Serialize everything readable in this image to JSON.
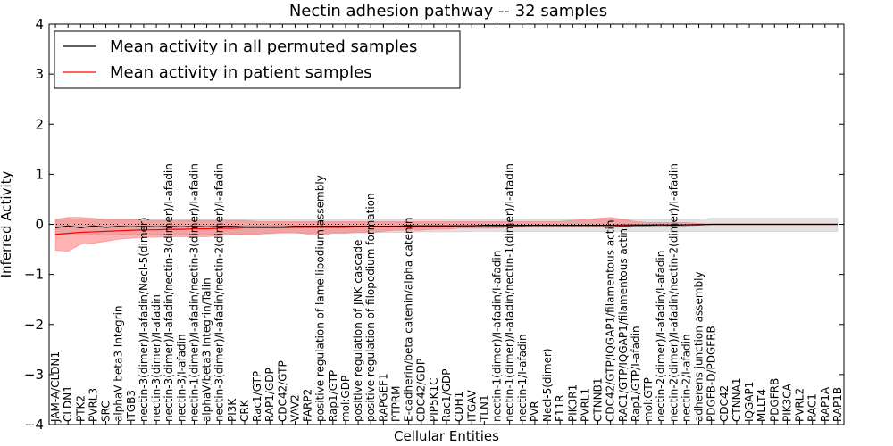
{
  "chart_data": {
    "type": "line",
    "title": "Nectin adhesion pathway -- 32 samples",
    "xlabel": "Cellular Entities",
    "ylabel": "Inferred Activity",
    "ylim": [
      -4,
      4
    ],
    "yticks": [
      -4,
      -3,
      -2,
      -1,
      0,
      1,
      2,
      3,
      4
    ],
    "ytick_labels": [
      "−4",
      "−3",
      "−2",
      "−1",
      "0",
      "1",
      "2",
      "3",
      "4"
    ],
    "legend_position": "top-left",
    "zero_line": "dotted",
    "categories": [
      "JAM-A/CLDN1",
      "CLDN1",
      "PTK2",
      "PVRL3",
      "SRC",
      "alphaV beta3 Integrin",
      "ITGB3",
      "nectin-3(dimer)/I-afadin/Necl-5(dimer)",
      "nectin-3(dimer)/I-afadin",
      "nectin-3(dimer)/I-afadin/nectin-3(dimer)/I-afadin",
      "nectin-3/I-afadin",
      "nectin-1(dimer)/I-afadin/nectin-3(dimer)/I-afadin",
      "alphaV/beta3 Integrin/Talin",
      "nectin-3(dimer)/I-afadin/nectin-2(dimer)/I-afadin",
      "PI3K",
      "CRK",
      "Rac1/GTP",
      "RAP1/GDP",
      "CDC42/GTP",
      "VAV2",
      "FARP2",
      "positive regulation of lamellipodium assembly",
      "Rap1/GTP",
      "mol:GDP",
      "positive regulation of JNK cascade",
      "positive regulation of filopodium formation",
      "RAPGEF1",
      "PTPRM",
      "E-cadherin/beta catenin/alpha catenin",
      "CDC42/GDP",
      "PIP5K1C",
      "Rac1/GDP",
      "CDH1",
      "ITGAV",
      "TLN1",
      "nectin-1(dimer)/I-afadin/I-afadin",
      "nectin-1(dimer)/I-afadin/nectin-1(dimer)/I-afadin",
      "nectin-1/I-afadin",
      "PVR",
      "Necl-5(dimer)",
      "F11R",
      "PIK3R1",
      "PVRL1",
      "CTNNB1",
      "CDC42/GTP/IQGAP1/filamentous actin",
      "RAC1/GTP/IQGAP1/filamentous actin",
      "Rap1/GTP/I-afadin",
      "mol:GTP",
      "nectin-2(dimer)/I-afadin/I-afadin",
      "nectin-2(dimer)/I-afadin/nectin-2(dimer)/I-afadin",
      "nectin-2/I-afadin",
      "adherens junction assembly",
      "PDGFB-D/PDGFRB",
      "CDC42",
      "CTNNA1",
      "IQGAP1",
      "MLLT4",
      "PDGFRB",
      "PIK3CA",
      "PVRL2",
      "RAC1",
      "RAP1A",
      "RAP1B"
    ],
    "series": [
      {
        "name": "Mean activity in all permuted samples",
        "color": "#000000",
        "band_color": "#aaaaaa",
        "values": [
          -0.07,
          -0.03,
          -0.07,
          -0.03,
          -0.06,
          -0.04,
          -0.05,
          -0.04,
          -0.05,
          -0.04,
          -0.05,
          -0.04,
          -0.05,
          -0.04,
          -0.04,
          -0.05,
          -0.05,
          -0.05,
          -0.05,
          -0.04,
          -0.04,
          -0.04,
          -0.04,
          -0.04,
          -0.04,
          -0.04,
          -0.04,
          -0.04,
          -0.03,
          -0.03,
          -0.03,
          -0.03,
          -0.03,
          -0.03,
          -0.02,
          -0.02,
          -0.02,
          -0.02,
          -0.02,
          -0.02,
          -0.02,
          -0.02,
          -0.02,
          -0.02,
          -0.02,
          -0.03,
          -0.02,
          -0.02,
          -0.01,
          -0.02,
          -0.01,
          -0.01,
          0.0,
          0.0,
          0.0,
          0.0,
          0.0,
          0.0,
          0.0,
          0.0,
          0.0,
          0.0,
          0.0
        ],
        "lower": [
          -0.22,
          -0.2,
          -0.22,
          -0.2,
          -0.21,
          -0.2,
          -0.2,
          -0.2,
          -0.2,
          -0.2,
          -0.2,
          -0.2,
          -0.2,
          -0.2,
          -0.19,
          -0.19,
          -0.19,
          -0.19,
          -0.18,
          -0.18,
          -0.18,
          -0.18,
          -0.17,
          -0.17,
          -0.17,
          -0.17,
          -0.16,
          -0.16,
          -0.16,
          -0.15,
          -0.15,
          -0.15,
          -0.15,
          -0.14,
          -0.14,
          -0.14,
          -0.14,
          -0.14,
          -0.14,
          -0.14,
          -0.14,
          -0.14,
          -0.14,
          -0.14,
          -0.14,
          -0.14,
          -0.14,
          -0.14,
          -0.14,
          -0.14,
          -0.14,
          -0.14,
          -0.14,
          -0.14,
          -0.14,
          -0.14,
          -0.14,
          -0.14,
          -0.14,
          -0.14,
          -0.14,
          -0.14,
          -0.14
        ],
        "upper": [
          0.1,
          0.12,
          0.1,
          0.12,
          0.1,
          0.1,
          0.1,
          0.1,
          0.1,
          0.1,
          0.1,
          0.1,
          0.1,
          0.1,
          0.1,
          0.1,
          0.1,
          0.1,
          0.1,
          0.1,
          0.1,
          0.1,
          0.1,
          0.1,
          0.1,
          0.1,
          0.1,
          0.1,
          0.1,
          0.1,
          0.1,
          0.1,
          0.1,
          0.1,
          0.1,
          0.1,
          0.1,
          0.1,
          0.1,
          0.1,
          0.1,
          0.1,
          0.1,
          0.1,
          0.1,
          0.1,
          0.1,
          0.1,
          0.1,
          0.1,
          0.1,
          0.1,
          0.12,
          0.12,
          0.12,
          0.12,
          0.12,
          0.12,
          0.12,
          0.12,
          0.12,
          0.12,
          0.12
        ]
      },
      {
        "name": "Mean activity in patient samples",
        "color": "#ff0000",
        "band_color": "#ff6666",
        "values": [
          -0.2,
          -0.18,
          -0.16,
          -0.15,
          -0.14,
          -0.13,
          -0.12,
          -0.11,
          -0.11,
          -0.1,
          -0.1,
          -0.09,
          -0.09,
          -0.08,
          -0.08,
          -0.07,
          -0.07,
          -0.07,
          -0.07,
          -0.06,
          -0.06,
          -0.06,
          -0.06,
          -0.06,
          -0.05,
          -0.05,
          -0.05,
          -0.05,
          -0.04,
          -0.04,
          -0.04,
          -0.04,
          -0.03,
          -0.03,
          -0.03,
          -0.03,
          -0.03,
          -0.03,
          -0.02,
          -0.02,
          -0.02,
          -0.02,
          -0.02,
          -0.02,
          -0.02,
          -0.01,
          -0.01,
          -0.01,
          -0.01,
          -0.01,
          -0.01,
          0.0,
          0.0,
          0.0,
          0.0,
          0.0,
          0.0,
          0.0,
          0.0,
          0.0,
          0.0,
          0.0,
          0.0
        ],
        "lower": [
          -0.52,
          -0.54,
          -0.4,
          -0.38,
          -0.34,
          -0.3,
          -0.28,
          -0.26,
          -0.26,
          -0.25,
          -0.25,
          -0.25,
          -0.25,
          -0.23,
          -0.2,
          -0.2,
          -0.2,
          -0.18,
          -0.16,
          -0.16,
          -0.2,
          -0.22,
          -0.18,
          -0.18,
          -0.16,
          -0.16,
          -0.14,
          -0.12,
          -0.12,
          -0.12,
          -0.1,
          -0.1,
          -0.08,
          -0.08,
          -0.08,
          -0.08,
          -0.06,
          -0.06,
          -0.05,
          -0.05,
          -0.05,
          -0.05,
          -0.05,
          -0.05,
          -0.05,
          -0.04,
          -0.04,
          -0.04,
          -0.04,
          -0.04,
          -0.04,
          -0.02,
          0.0,
          0.0,
          0.0,
          0.0,
          0.0,
          0.0,
          0.0,
          0.0,
          0.0,
          0.0,
          0.0
        ],
        "upper": [
          0.1,
          0.14,
          0.14,
          0.12,
          0.1,
          0.1,
          0.1,
          0.08,
          0.08,
          0.08,
          0.08,
          0.08,
          0.08,
          0.08,
          0.08,
          0.08,
          0.06,
          0.06,
          0.06,
          0.06,
          0.06,
          0.06,
          0.06,
          0.06,
          0.06,
          0.06,
          0.06,
          0.06,
          0.06,
          0.06,
          0.06,
          0.06,
          0.06,
          0.06,
          0.06,
          0.06,
          0.06,
          0.06,
          0.06,
          0.06,
          0.06,
          0.08,
          0.1,
          0.12,
          0.14,
          0.1,
          0.06,
          0.04,
          0.04,
          0.04,
          0.04,
          0.02,
          0.0,
          0.0,
          0.0,
          0.0,
          0.0,
          0.0,
          0.0,
          0.0,
          0.0,
          0.0,
          0.0
        ]
      }
    ]
  }
}
